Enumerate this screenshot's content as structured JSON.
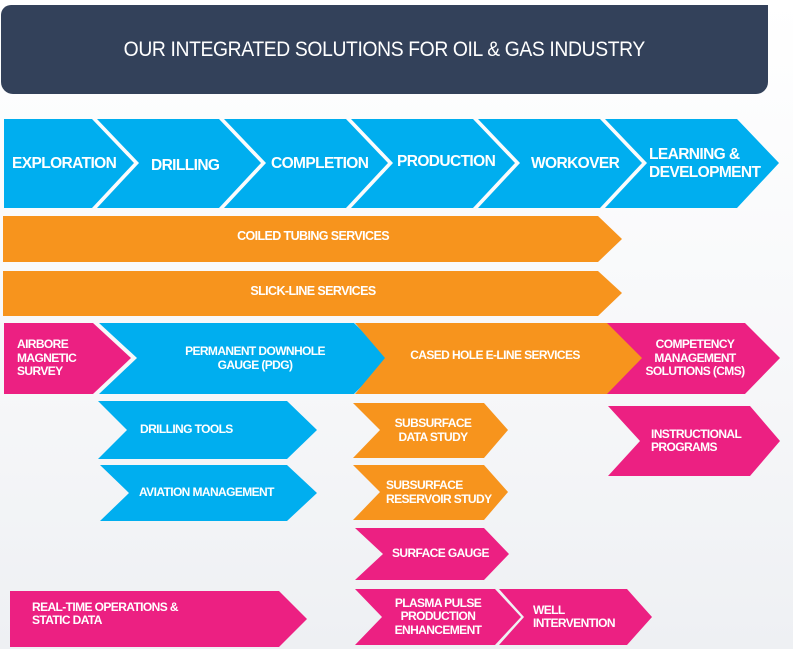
{
  "title": "OUR INTEGRATED SOLUTIONS FOR OIL & GAS INDUSTRY",
  "colors": {
    "banner": "#33415a",
    "blue": "#00aeef",
    "orange": "#f7941d",
    "pink": "#ec2082",
    "text": "#ffffff"
  },
  "stages": [
    {
      "label": "EXPLORATION"
    },
    {
      "label": "DRILLING"
    },
    {
      "label": "COMPLETION"
    },
    {
      "label": "PRODUCTION"
    },
    {
      "label": "WORKOVER"
    },
    {
      "label": "LEARNING & DEVELOPMENT"
    }
  ],
  "services": {
    "coiled_tubing": "COILED TUBING SERVICES",
    "slick_line": "SLICK-LINE SERVICES",
    "airbore": "AIRBORE MAGNETIC SURVEY",
    "pdg": "PERMANENT DOWNHOLE GAUGE (PDG)",
    "cased_hole": "CASED HOLE E-LINE SERVICES",
    "cms": "COMPETENCY MANAGEMENT SOLUTIONS (CMS)",
    "drilling_tools": "DRILLING TOOLS",
    "aviation": "AVIATION MANAGEMENT",
    "subsurface_data": "SUBSURFACE DATA STUDY",
    "subsurface_reservoir": "SUBSURFACE RESERVOIR STUDY",
    "instructional": "INSTRUCTIONAL PROGRAMS",
    "surface_gauge": "SURFACE GAUGE",
    "realtime": "REAL-TIME OPERATIONS & STATIC DATA",
    "plasma_pulse": "PLASMA PULSE PRODUCTION ENHANCEMENT",
    "well_intervention": "WELL INTERVENTION"
  }
}
